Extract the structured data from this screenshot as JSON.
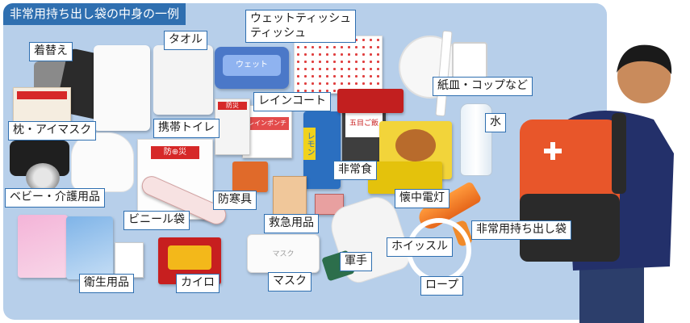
{
  "title": "非常用持ち出し袋の中身の一例",
  "labels": {
    "kigae": "着替え",
    "taoru": "タオル",
    "wet_line1": "ウェットティッシュ",
    "wet_line2": "ティッシュ",
    "kamizara": "紙皿・コップなど",
    "raincoat": "レインコート",
    "makura": "枕・アイマスク",
    "toilet": "携帯トイレ",
    "mizu": "水",
    "hijoshoku": "非常食",
    "baby": "ベビー・介護用品",
    "bokangu": "防寒具",
    "kaichu": "懐中電灯",
    "vinyl": "ビニール袋",
    "kyukyu": "救急用品",
    "bag": "非常用持ち出し袋",
    "whistle": "ホイッスル",
    "gunte": "軍手",
    "eisei": "衛生用品",
    "kairo": "カイロ",
    "mask": "マスク",
    "rope": "ロープ"
  },
  "product_text": {
    "bosai": "防災",
    "bosai_pouch": "防⊕災",
    "raincoat_pack": "レインポンチョ",
    "lemon": "レモン",
    "gomoku": "五目ご飯",
    "mask_pack": "マスク",
    "wet_pack": "ウェット"
  },
  "colors": {
    "accent": "#2f6fb0",
    "panel": "#b7cfea",
    "bag_orange": "#e8562a",
    "red": "#d62828"
  }
}
